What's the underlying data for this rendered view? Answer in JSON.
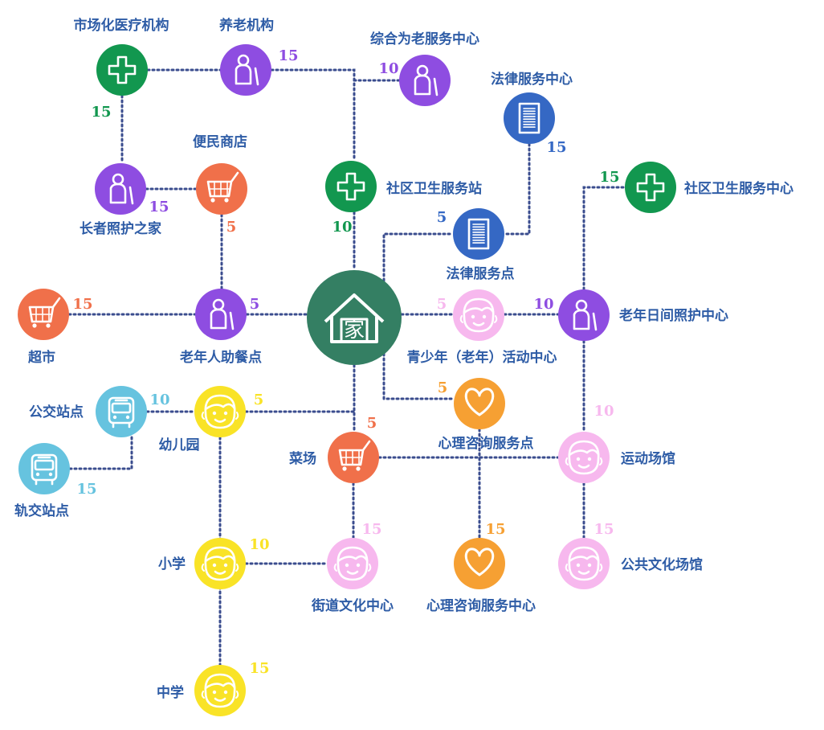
{
  "colors": {
    "green": "#12974F",
    "purple": "#8E4DE1",
    "orange": "#F0704A",
    "blue": "#3568C4",
    "lightblue": "#66C3DF",
    "yellow": "#F9E327",
    "pink": "#F7B8EE",
    "amber": "#F6A033",
    "home": "#347F63",
    "line": "#3A4C8E",
    "label": "#2E5CA6"
  },
  "home": {
    "icon": "house-icon",
    "glyph": "家"
  },
  "nodes": [
    {
      "id": "market-medical",
      "label": "市场化医疗机构",
      "color": "green",
      "icon": "cross-icon"
    },
    {
      "id": "elderly-institution",
      "label": "养老机构",
      "color": "purple",
      "icon": "elder-icon"
    },
    {
      "id": "elderly-service-center",
      "label": "综合为老服务中心",
      "color": "purple",
      "icon": "elder-icon"
    },
    {
      "id": "legal-service-center",
      "label": "法律服务中心",
      "color": "blue",
      "icon": "document-icon"
    },
    {
      "id": "convenience-store",
      "label": "便民商店",
      "color": "orange",
      "icon": "cart-icon"
    },
    {
      "id": "elder-care-home",
      "label": "长者照护之家",
      "color": "purple",
      "icon": "elder-icon"
    },
    {
      "id": "community-health-station",
      "label": "社区卫生服务站",
      "color": "green",
      "icon": "cross-icon"
    },
    {
      "id": "community-health-center",
      "label": "社区卫生服务中心",
      "color": "green",
      "icon": "cross-icon"
    },
    {
      "id": "legal-service-point",
      "label": "法律服务点",
      "color": "blue",
      "icon": "document-icon"
    },
    {
      "id": "supermarket",
      "label": "超市",
      "color": "orange",
      "icon": "cart-icon"
    },
    {
      "id": "elder-dining",
      "label": "老年人助餐点",
      "color": "purple",
      "icon": "elder-icon"
    },
    {
      "id": "youth-activity-center",
      "label": "青少年（老年）活动中心",
      "color": "pink",
      "icon": "face-icon"
    },
    {
      "id": "elder-daycare-center",
      "label": "老年日间照护中心",
      "color": "purple",
      "icon": "elder-icon"
    },
    {
      "id": "bus-stop",
      "label": "公交站点",
      "color": "lightblue",
      "icon": "bus-icon"
    },
    {
      "id": "kindergarten",
      "label": "幼儿园",
      "color": "yellow",
      "icon": "face-icon"
    },
    {
      "id": "psych-point",
      "label": "心理咨询服务点",
      "color": "amber",
      "icon": "heart-icon"
    },
    {
      "id": "rail-stop",
      "label": "轨交站点",
      "color": "lightblue",
      "icon": "bus-icon"
    },
    {
      "id": "vegetable-market",
      "label": "菜场",
      "color": "orange",
      "icon": "cart-icon"
    },
    {
      "id": "sports-venue",
      "label": "运动场馆",
      "color": "pink",
      "icon": "face-icon"
    },
    {
      "id": "primary-school",
      "label": "小学",
      "color": "yellow",
      "icon": "face-icon"
    },
    {
      "id": "street-culture-center",
      "label": "街道文化中心",
      "color": "pink",
      "icon": "face-icon"
    },
    {
      "id": "psych-center",
      "label": "心理咨询服务中心",
      "color": "amber",
      "icon": "heart-icon"
    },
    {
      "id": "public-culture-venue",
      "label": "公共文化场馆",
      "color": "pink",
      "icon": "face-icon"
    },
    {
      "id": "middle-school",
      "label": "中学",
      "color": "yellow",
      "icon": "face-icon"
    }
  ],
  "minutes": [
    {
      "for": "market-medical",
      "value": "15",
      "color": "green"
    },
    {
      "for": "elderly-institution",
      "value": "15",
      "color": "purple"
    },
    {
      "for": "elderly-service-center",
      "value": "10",
      "color": "purple"
    },
    {
      "for": "legal-service-center",
      "value": "15",
      "color": "blue"
    },
    {
      "for": "elder-care-home",
      "value": "15",
      "color": "purple"
    },
    {
      "for": "convenience-store",
      "value": "5",
      "color": "orange"
    },
    {
      "for": "community-health-station",
      "value": "10",
      "color": "green"
    },
    {
      "for": "community-health-center",
      "value": "15",
      "color": "green"
    },
    {
      "for": "legal-service-point",
      "value": "5",
      "color": "blue"
    },
    {
      "for": "supermarket",
      "value": "15",
      "color": "orange"
    },
    {
      "for": "elder-dining",
      "value": "5",
      "color": "purple"
    },
    {
      "for": "youth-activity-center",
      "value": "5",
      "color": "pink"
    },
    {
      "for": "elder-daycare-center",
      "value": "10",
      "color": "purple"
    },
    {
      "for": "bus-stop",
      "value": "10",
      "color": "lightblue"
    },
    {
      "for": "kindergarten",
      "value": "5",
      "color": "yellow"
    },
    {
      "for": "psych-point",
      "value": "5",
      "color": "amber"
    },
    {
      "for": "rail-stop",
      "value": "15",
      "color": "lightblue"
    },
    {
      "for": "vegetable-market",
      "value": "5",
      "color": "orange"
    },
    {
      "for": "sports-venue",
      "value": "10",
      "color": "pink"
    },
    {
      "for": "primary-school",
      "value": "10",
      "color": "yellow"
    },
    {
      "for": "street-culture-center",
      "value": "15",
      "color": "pink"
    },
    {
      "for": "psych-center",
      "value": "15",
      "color": "amber"
    },
    {
      "for": "public-culture-venue",
      "value": "15",
      "color": "pink"
    },
    {
      "for": "middle-school",
      "value": "15",
      "color": "yellow"
    }
  ]
}
